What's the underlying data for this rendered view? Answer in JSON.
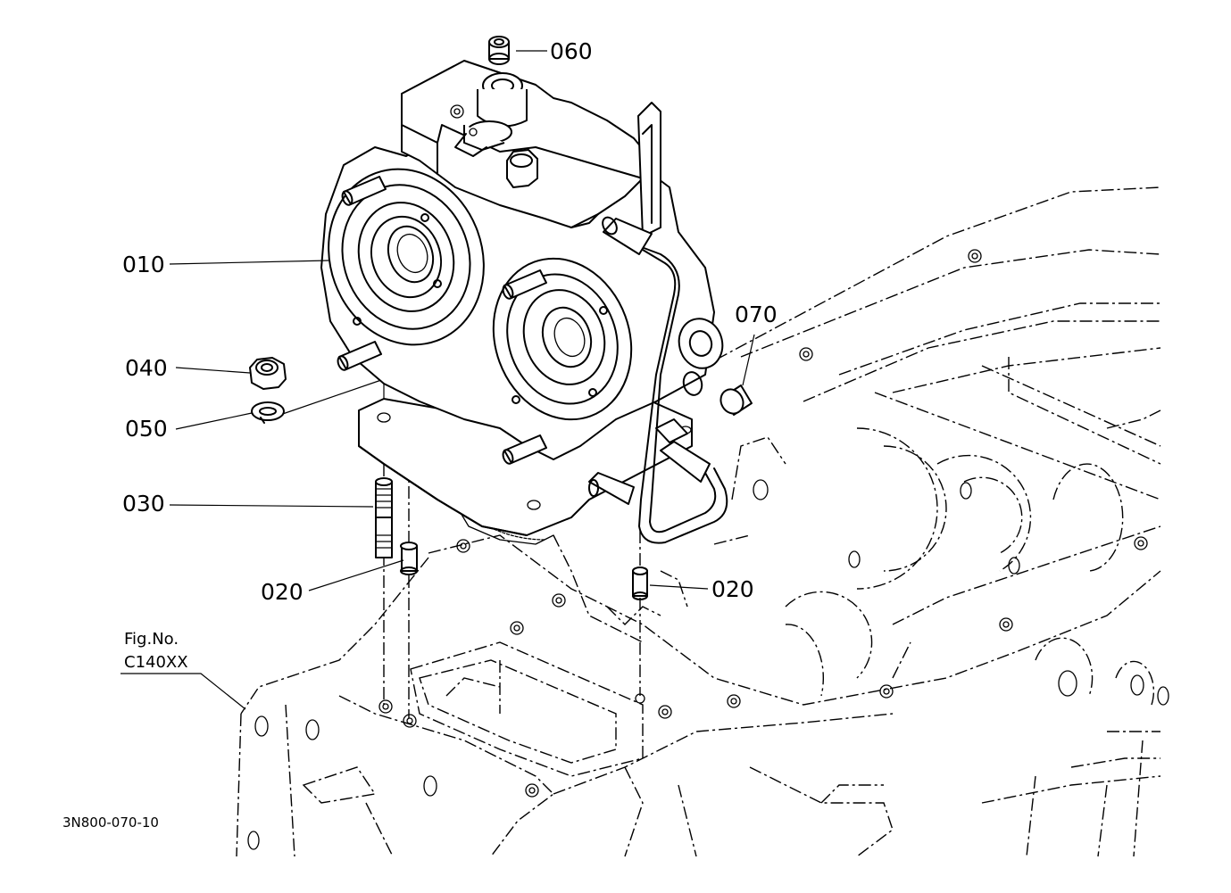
{
  "figure": {
    "fig_label": "Fig.No.",
    "fig_number": "C140XX",
    "drawing_code": "3N800-070-10"
  },
  "callouts": [
    {
      "id": "060",
      "text": "060"
    },
    {
      "id": "010",
      "text": "010"
    },
    {
      "id": "070",
      "text": "070"
    },
    {
      "id": "040",
      "text": "040"
    },
    {
      "id": "050",
      "text": "050"
    },
    {
      "id": "030",
      "text": "030"
    },
    {
      "id": "020a",
      "text": "020"
    },
    {
      "id": "020b",
      "text": "020"
    }
  ]
}
